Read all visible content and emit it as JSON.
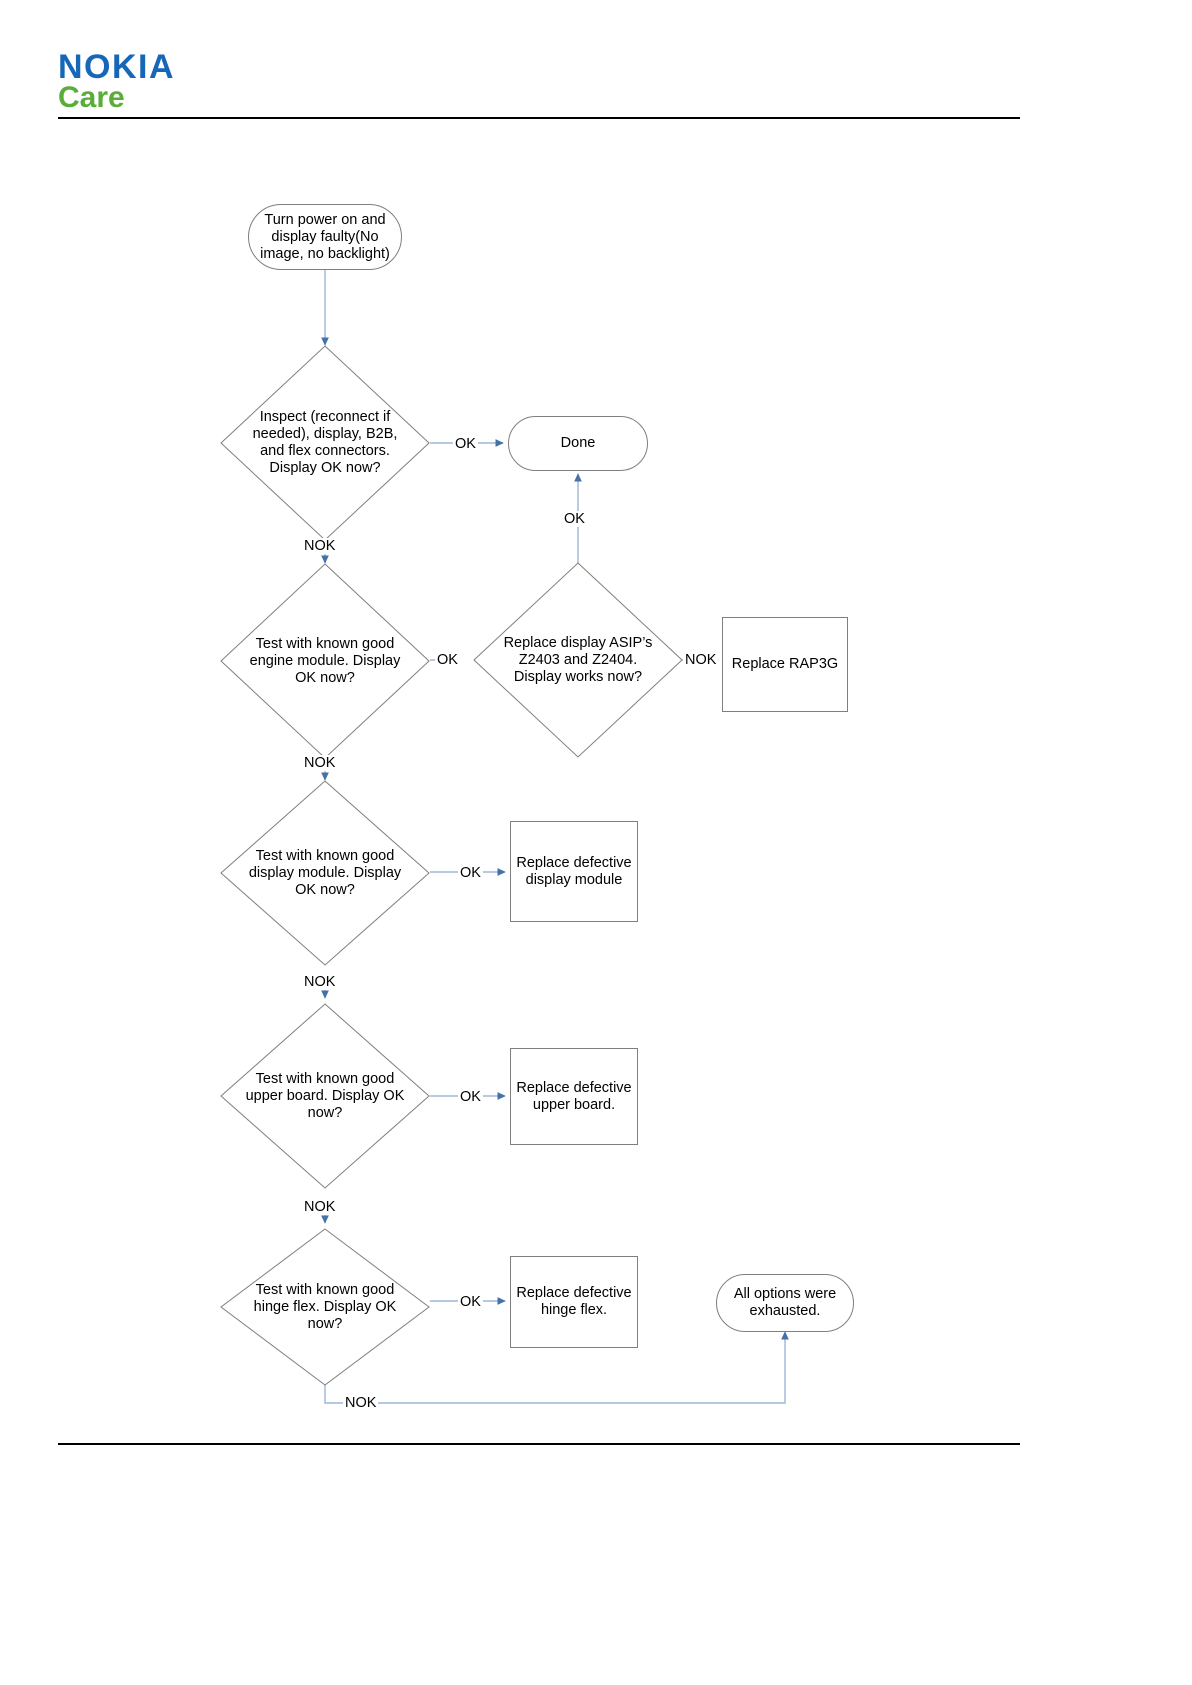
{
  "header": {
    "logo_primary": "NOKIA",
    "logo_secondary": "Care",
    "brand_blue": "#1667b8",
    "brand_green": "#5aad38"
  },
  "diagram": {
    "type": "flowchart",
    "title": "Display faulty troubleshooting flowchart",
    "edge_color": "#9db7d8",
    "arrowhead_color": "#4472a8",
    "node_border_color": "#7f7f7f",
    "nodes": [
      {
        "id": "start",
        "shape": "terminator",
        "text": "Turn power on and display faulty(No image, no backlight)"
      },
      {
        "id": "inspect",
        "shape": "decision",
        "text": "Inspect (reconnect if needed), display, B2B, and flex connectors. Display OK now?"
      },
      {
        "id": "done",
        "shape": "terminator",
        "text": "Done"
      },
      {
        "id": "engine",
        "shape": "decision",
        "text": "Test with known good engine module. Display OK now?"
      },
      {
        "id": "asip",
        "shape": "decision",
        "text": "Replace display ASIP’s Z2403 and Z2404. Display works now?"
      },
      {
        "id": "rap3g",
        "shape": "process",
        "text": "Replace RAP3G"
      },
      {
        "id": "display_module",
        "shape": "decision",
        "text": "Test with known good display module. Display OK now?"
      },
      {
        "id": "replace_display_module",
        "shape": "process",
        "text": "Replace defective display module"
      },
      {
        "id": "upper_board",
        "shape": "decision",
        "text": "Test with known good upper board. Display OK now?"
      },
      {
        "id": "replace_upper_board",
        "shape": "process",
        "text": "Replace defective upper board."
      },
      {
        "id": "hinge_flex",
        "shape": "decision",
        "text": "Test with known good hinge flex. Display OK now?"
      },
      {
        "id": "replace_hinge_flex",
        "shape": "process",
        "text": "Replace defective hinge flex."
      },
      {
        "id": "exhausted",
        "shape": "terminator",
        "text": "All options were exhausted."
      }
    ],
    "edge_labels": {
      "inspect_ok": "OK",
      "inspect_nok": "NOK",
      "engine_ok": "OK",
      "engine_nok": "NOK",
      "asip_ok": "OK",
      "asip_nok": "NOK",
      "display_ok": "OK",
      "display_nok": "NOK",
      "upper_ok": "OK",
      "upper_nok": "NOK",
      "hinge_ok": "OK",
      "hinge_nok": "NOK"
    }
  }
}
